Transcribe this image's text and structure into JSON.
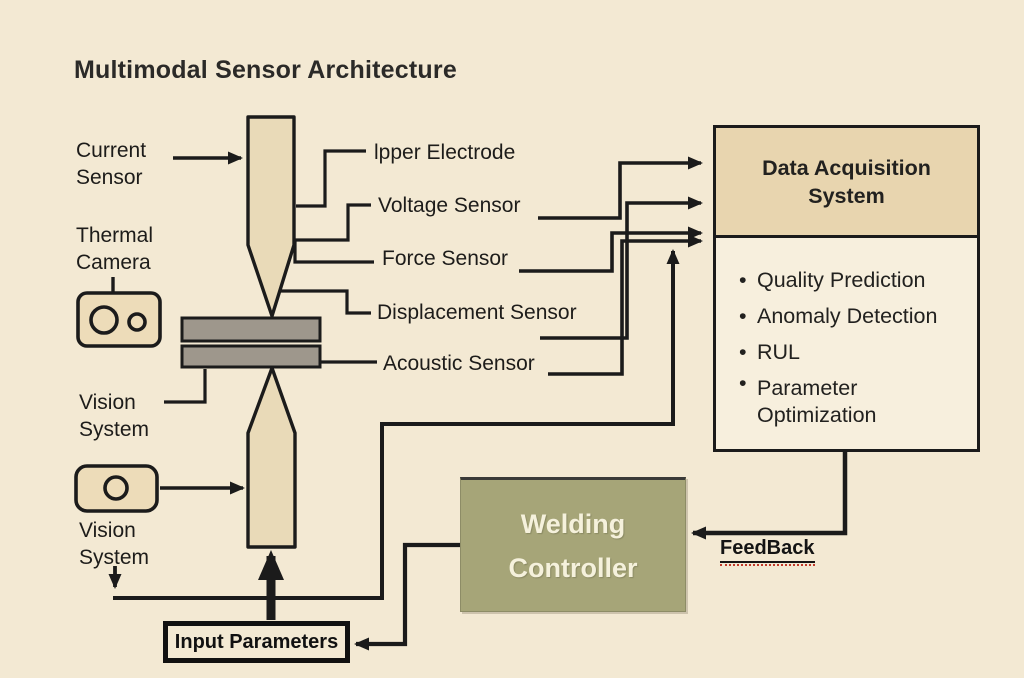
{
  "title": "Multimodal Sensor Architecture",
  "colors": {
    "background": "#f3e9d3",
    "line": "#1b1b1b",
    "electrode_fill": "#e9dab8",
    "plate_fill": "#9e978c",
    "das_header_fill": "#e8d5af",
    "das_body_fill": "#f7efdd",
    "welding_controller_fill": "#a6a578",
    "welding_controller_text": "#f5f1dc"
  },
  "left_labels": {
    "current_sensor": "Current\nSensor",
    "thermal_camera": "Thermal\nCamera",
    "vision_system_upper": "Vision\nSystem",
    "vision_system_lower": "Vision\nSystem"
  },
  "electrode_labels": {
    "upper_electrode": "lpper Electrode",
    "voltage_sensor": "Voltage Sensor",
    "force_sensor": "Force Sensor",
    "displacement_sensor": "Displacement Sensor",
    "acoustic_sensor": "Acoustic Sensor"
  },
  "das": {
    "title": "Data Acquisition\nSystem",
    "items": [
      "Quality Prediction",
      "Anomaly Detection",
      "RUL",
      "Parameter Optimization"
    ]
  },
  "welding_controller": {
    "title": "Welding\nController"
  },
  "feedback_label": "FeedBack",
  "input_parameters_label": "Input Parameters",
  "icons": {
    "thermal_camera_icon": "camera with two lenses",
    "vision_camera_icon": "camera with one lens"
  }
}
